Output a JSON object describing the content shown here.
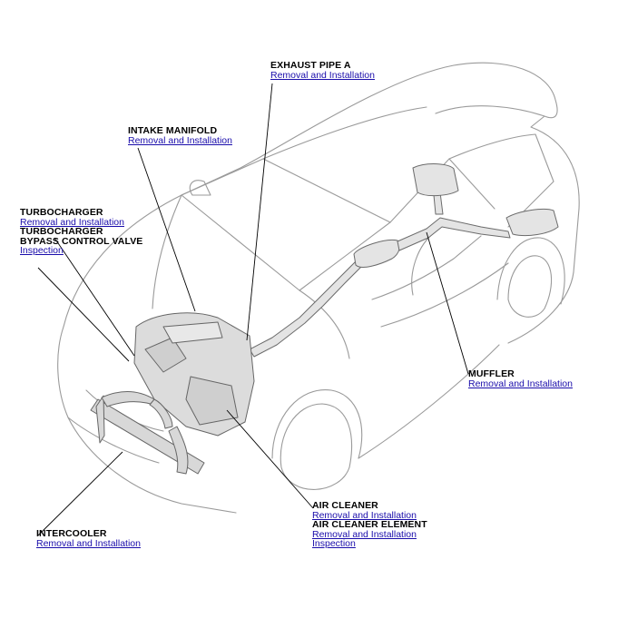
{
  "callouts": {
    "exhaust_pipe_a": {
      "title": "EXHAUST PIPE A",
      "links": [
        "Removal and Installation"
      ]
    },
    "intake_manifold": {
      "title": "INTAKE MANIFOLD",
      "links": [
        "Removal and Installation"
      ]
    },
    "turbocharger": {
      "title": "TURBOCHARGER",
      "links": [
        "Removal and Installation"
      ]
    },
    "bypass_valve": {
      "title": "TURBOCHARGER\nBYPASS CONTROL VALVE",
      "title_line1": "TURBOCHARGER",
      "title_line2": "BYPASS CONTROL VALVE",
      "links": [
        "Inspection"
      ]
    },
    "muffler": {
      "title": "MUFFLER",
      "links": [
        "Removal and Installation"
      ]
    },
    "air_cleaner": {
      "title": "AIR CLEANER",
      "links": [
        "Removal and Installation"
      ]
    },
    "air_cleaner_element": {
      "title": "AIR CLEANER ELEMENT",
      "links": [
        "Removal and Installation",
        "Inspection"
      ]
    },
    "intercooler": {
      "title": "INTERCOOLER",
      "links": [
        "Removal and Installation"
      ]
    }
  },
  "colors": {
    "link": "#1a0dab",
    "label": "#000000",
    "outline": "#8a8a8a",
    "leader": "#000000"
  }
}
